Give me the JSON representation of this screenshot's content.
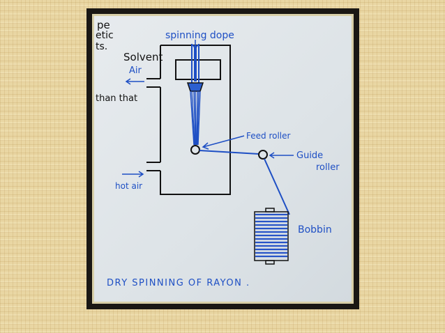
{
  "diagram": {
    "margin_notes": {
      "line1": "pe",
      "line2": "etic",
      "line3": "ts.",
      "line4": "than that"
    },
    "labels": {
      "spinning_dope": "spinning dope",
      "solvent": "Solvent",
      "air": "Air",
      "feed_roller": "Feed roller",
      "guide": "Guide",
      "roller": "roller",
      "hot_air": "hot air",
      "bobbin": "Bobbin"
    },
    "caption": "DRY SPINNING OF RAYON .",
    "colors": {
      "ink": "#1e4fc4",
      "outline": "#111111",
      "frame": "#1a1714",
      "background": "#e9d6a3"
    }
  }
}
